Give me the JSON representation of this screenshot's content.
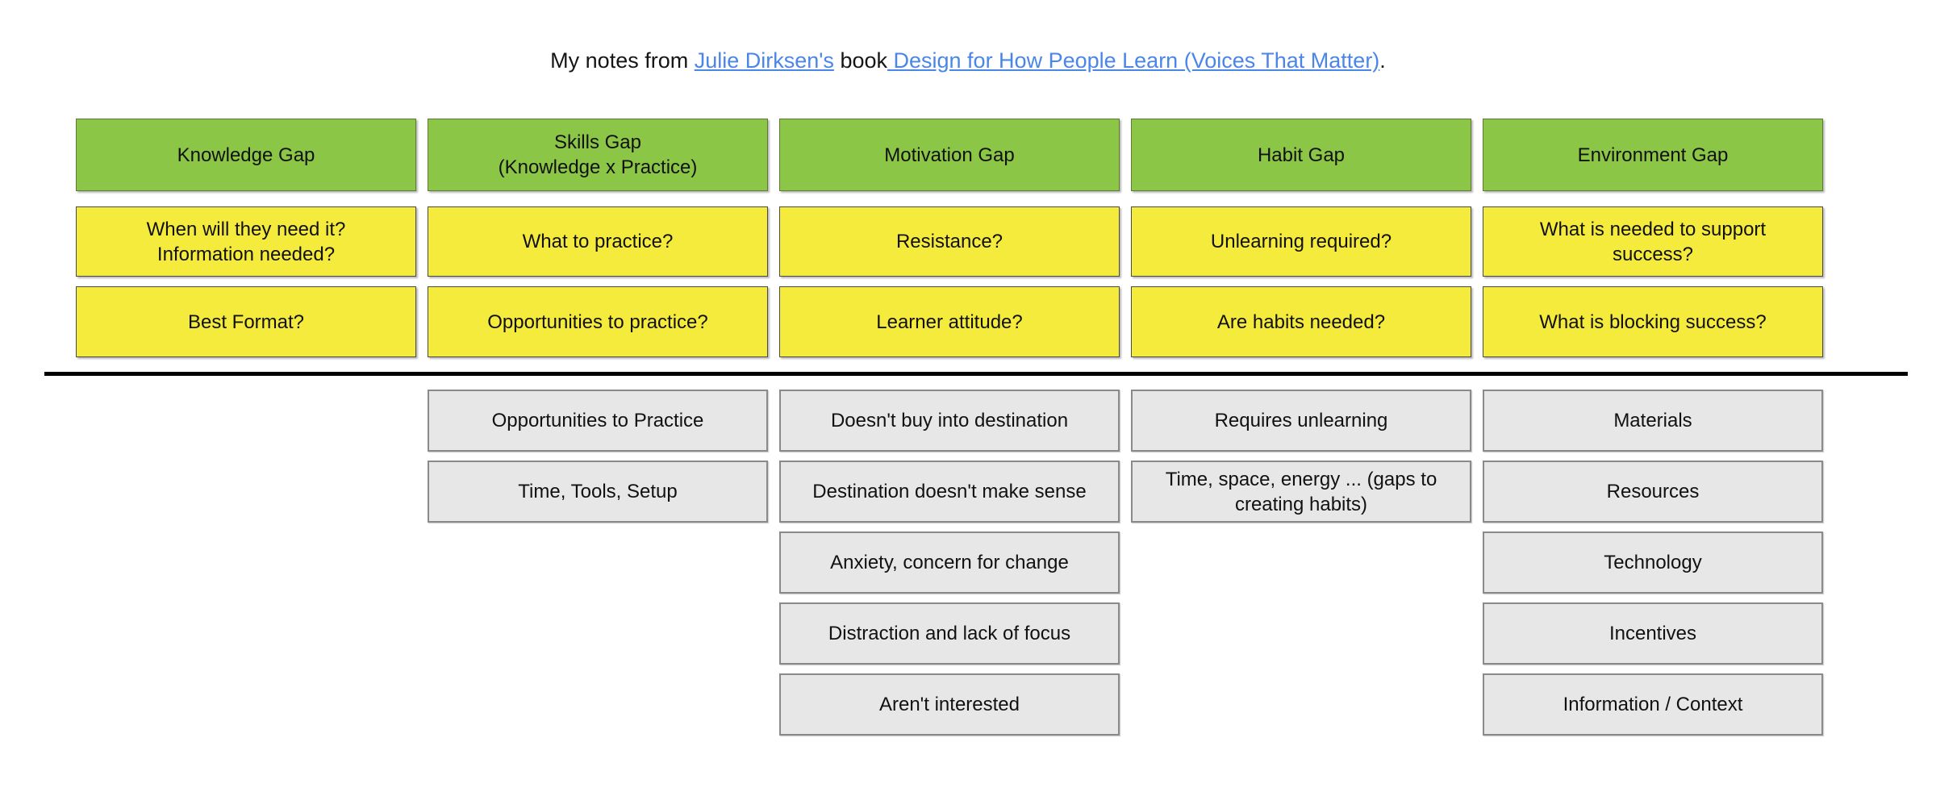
{
  "title": {
    "prefix": "My notes from ",
    "author_link": "Julie Dirksen's",
    "middle": " book",
    "book_link": " Design for How People Learn (Voices That Matter)",
    "suffix": "."
  },
  "colors": {
    "header_green": "#8cc646",
    "question_yellow": "#f5eb3c",
    "item_gray": "#e7e7e7",
    "link_blue": "#4a86e8",
    "divider_black": "#000000"
  },
  "columns": [
    {
      "header": "Knowledge Gap",
      "questions": [
        "When will they need it?\nInformation needed?",
        "Best Format?"
      ],
      "items": []
    },
    {
      "header": "Skills Gap\n(Knowledge x Practice)",
      "questions": [
        "What to practice?",
        "Opportunities to practice?"
      ],
      "items": [
        "Opportunities to Practice",
        "Time, Tools, Setup"
      ]
    },
    {
      "header": "Motivation Gap",
      "questions": [
        "Resistance?",
        "Learner attitude?"
      ],
      "items": [
        "Doesn't buy into destination",
        "Destination doesn't make sense",
        "Anxiety, concern for change",
        "Distraction and lack of focus",
        "Aren't interested"
      ]
    },
    {
      "header": "Habit Gap",
      "questions": [
        "Unlearning required?",
        "Are habits needed?"
      ],
      "items": [
        "Requires unlearning",
        "Time, space, energy ... (gaps to creating habits)"
      ]
    },
    {
      "header": "Environment Gap",
      "questions": [
        "What is needed to support success?",
        "What is blocking success?"
      ],
      "items": [
        "Materials",
        "Resources",
        "Technology",
        "Incentives",
        "Information / Context"
      ]
    }
  ]
}
